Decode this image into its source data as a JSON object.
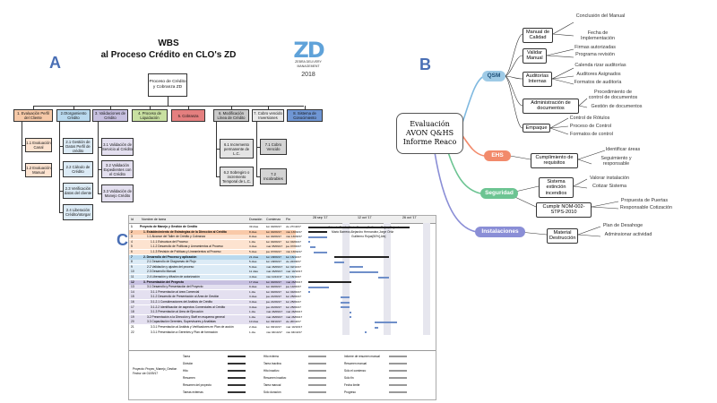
{
  "labels": {
    "a": "A",
    "b": "B",
    "c": "C"
  },
  "wbs": {
    "title_line1": "WBS",
    "title_line2": "al Proceso Crédito en CLO's ZD",
    "logo": "ZD",
    "logo_sub": "ZEBRA DELIVERY MANAGEMENT",
    "year": "2018",
    "root": "Proceso de Crédito y Cobranza ZD",
    "phases": [
      {
        "label": "1. Evaluación Perfil del Cliente",
        "color": "#f6c9a8"
      },
      {
        "label": "2.Otorgamiento Crédito",
        "color": "#b9d9ee"
      },
      {
        "label": "3. Validaciones de Crédito",
        "color": "#c7c0e0"
      },
      {
        "label": "4. Proceso de Liquidación",
        "color": "#c8e0a1"
      },
      {
        "label": "5. Cobranza",
        "color": "#e47f7f"
      },
      {
        "label": "6. Modificación Línea de Crédito",
        "color": "#c9c9c9"
      },
      {
        "label": "7. Cobro vencido Inversiones",
        "color": "#e9e9e9"
      },
      {
        "label": "8. Sistema de Conocimiento",
        "color": "#6f96d4"
      }
    ],
    "sub1": [
      "1.1 Evaluación Canal",
      "1.2 Evaluación Manual"
    ],
    "sub2": [
      "2.1 Gestión de Datos Perfil de crédito",
      "2.2 Cálculo de Crédito",
      "2.3 Verificación datos del cliente",
      "2.4 Liberación Crédito/otorgar"
    ],
    "sub3": [
      "3.1 Validación de Servicio al Crédito",
      "3.2 Validación Expedientes con el Crédito",
      "3.3 Validación de Manejo Crédito"
    ],
    "sub6": [
      "6.1 Incremento permanente de L.C.",
      "6.2 Sobregiro o incremento Temporal de L.C."
    ],
    "sub7": [
      "7.1 Cobro Vencido",
      "7.2 Incobrables"
    ]
  },
  "gantt": {
    "col_id": "Id",
    "col_name": "Nombre de tarea",
    "col_dur": "Duración",
    "col_start": "Comienzo",
    "col_end": "Fin",
    "weeks": [
      "28 sep '17",
      "12 oct '17",
      "26 oct '17"
    ],
    "rows": [
      {
        "id": "1",
        "name": "Proyecto de Manejo y Gestión de Credito",
        "dur": "39 días",
        "start": "lun 04/09/17",
        "end": "vie 27/10/17",
        "level": 0,
        "color": "#ffffff"
      },
      {
        "id": "2",
        "name": "1. Establecimiento de Estrategias de la Dirección al Crédito",
        "dur": "8 días",
        "start": "lun 04/09/17",
        "end": "mié 13/09/17",
        "level": 1,
        "color": "#f9c9a8"
      },
      {
        "id": "3",
        "name": "1.1 Alcance del Taller de Crédito y Cobranza",
        "dur": "8 días",
        "start": "lun 04/09/17",
        "end": "mié 13/09/17",
        "level": 2,
        "color": "#fde3d0"
      },
      {
        "id": "4",
        "name": "1.1.1 Estructura del Proceso",
        "dur": "1 día",
        "start": "lun 04/09/17",
        "end": "lun 04/09/17",
        "level": 3,
        "color": "#fde3d0"
      },
      {
        "id": "5",
        "name": "1.1.2 Desarrollo de Políticas y Lineamientos al Proceso",
        "dur": "3 días",
        "start": "mar 05/09/17",
        "end": "jue 07/09/17",
        "level": 3,
        "color": "#fde3d0"
      },
      {
        "id": "6",
        "name": "1.1.3 Revisión de Políticas y Lineamientos al Proceso",
        "dur": "5 días",
        "start": "jue 07/09/17",
        "end": "mié 13/09/17",
        "level": 3,
        "color": "#fde3d0"
      },
      {
        "id": "7",
        "name": "2. Desarrollo del Proceso y aplicación",
        "dur": "21 días",
        "start": "lun 18/09/17",
        "end": "lun 16/10/17",
        "level": 1,
        "color": "#b9d9ee"
      },
      {
        "id": "8",
        "name": "2.1 Desarrollo de Diagramas de Flujo",
        "dur": "5 días",
        "start": "lun 18/09/17",
        "end": "vie 22/09/17",
        "level": 2,
        "color": "#dcebf6"
      },
      {
        "id": "9",
        "name": "2.2 Validación y ajustes del proceso",
        "dur": "5 días",
        "start": "mar 26/09/17",
        "end": "lun 02/10/17",
        "level": 2,
        "color": "#dcebf6"
      },
      {
        "id": "10",
        "name": "2.3 Desarrollo Manual",
        "dur": "11 días",
        "start": "mar 26/09/17",
        "end": "mar 10/10/17",
        "level": 2,
        "color": "#dcebf6"
      },
      {
        "id": "11",
        "name": "2.4 Liberación y difusión de autorización",
        "dur": "4 días",
        "start": "mié 11/10/17",
        "end": "lun 16/10/17",
        "level": 2,
        "color": "#dcebf6"
      },
      {
        "id": "12",
        "name": "3. Presentación del Proyecto",
        "dur": "17 días",
        "start": "lun 04/09/17",
        "end": "mar 26/09/17",
        "level": 1,
        "color": "#c7c0e0"
      },
      {
        "id": "13",
        "name": "3.1 Desarrollo y Presentación del Proyecto",
        "dur": "9 días",
        "start": "lun 04/09/17",
        "end": "jue 14/09/17",
        "level": 2,
        "color": "#e4e0f0"
      },
      {
        "id": "14",
        "name": "3.1.1 Presentación al área Comercial",
        "dur": "1 día",
        "start": "lun 04/09/17",
        "end": "lun 04/09/17",
        "level": 3,
        "color": "#e4e0f0"
      },
      {
        "id": "15",
        "name": "3.1.2 Desarrollo de Presentación al Área de Gestión",
        "dur": "3 días",
        "start": "jue 21/09/17",
        "end": "lun 25/09/17",
        "level": 3,
        "color": "#e4e0f0"
      },
      {
        "id": "16",
        "name": "3.1.2.1 Consideraciones del Análisis de Crédito",
        "dur": "3 días",
        "start": "jue 21/09/17",
        "end": "lun 25/09/17",
        "level": 3,
        "color": "#e4e0f0"
      },
      {
        "id": "17",
        "name": "3.1.2.2 Identificación de aspectos Comerciales al Crédito",
        "dur": "3 días",
        "start": "jue 21/09/17",
        "end": "lun 25/09/17",
        "level": 3,
        "color": "#e4e0f0"
      },
      {
        "id": "18",
        "name": "3.1.3 Presentación al Área de Ejecución",
        "dur": "1 día",
        "start": "mar 26/09/17",
        "end": "mar 26/09/17",
        "level": 3,
        "color": "#e4e0f0"
      },
      {
        "id": "19",
        "name": "3.2 Presentación a la Dirección y Staff en esquema general",
        "dur": "1 día",
        "start": "mar 26/09/17",
        "end": "mar 26/09/17",
        "level": 2,
        "color": "#e4e0f0"
      },
      {
        "id": "20",
        "name": "3.3 Capacitación Gerentes, Supervisores y Analistas",
        "dur": "10 días",
        "start": "lun 09/10/17",
        "end": "vie 20/10/17",
        "level": 2,
        "color": "#e4e0f0"
      },
      {
        "id": "21",
        "name": "3.3.1 Presentación al Análisis y Verificadores en Plan de acción",
        "dur": "2 días",
        "start": "lun 09/10/17",
        "end": "mar 10/10/17",
        "level": 3,
        "color": "#ffffff"
      },
      {
        "id": "22",
        "name": "3.3.1 Presentación a Gerentes y Plan de formación",
        "dur": "1 día",
        "start": "mié 04/10/17",
        "end": "mié 04/10/17",
        "level": 3,
        "color": "#ffffff"
      }
    ],
    "bar_labels": [
      "Orlando Tirado,Mario Barrera,Guillermo Rojas,Alejandro",
      "Mario Barrera,Alejandro Hernandez,Jorge Ortiz",
      "Guillermo Rojas[50%],Alej"
    ],
    "legend_project": "Proyecto: Proyec_Manejo_Gestion",
    "legend_date": "Fecha: vie 01/09/17",
    "legend_items": [
      [
        "Tarea",
        "Hito externo",
        "Informe de resumen manual"
      ],
      [
        "División",
        "Tarea inactiva",
        "Resumen manual"
      ],
      [
        "Hito",
        "Hito inactivo",
        "Sólo el comienzo"
      ],
      [
        "Resumen",
        "Resumen inactivo",
        "Sólo fin"
      ],
      [
        "Resumen del proyecto",
        "Tarea manual",
        "Fecha límite"
      ],
      [
        "Tareas externas",
        "Sólo duración",
        "Progreso"
      ]
    ]
  },
  "mindmap": {
    "center": [
      "Evaluación",
      "AVON Q&HS",
      "Informe Reaco"
    ],
    "branches": [
      {
        "label": "QSM",
        "color": "#9ecae6",
        "text": "#1e4f78"
      },
      {
        "label": "EHS",
        "color": "#f28a6b",
        "text": "#ffffff"
      },
      {
        "label": "Seguridad",
        "color": "#6cc492",
        "text": "#ffffff"
      },
      {
        "label": "Instalaciones",
        "color": "#8a8ed6",
        "text": "#ffffff"
      }
    ],
    "qsm_nodes": [
      {
        "label": "Manual de Calidad",
        "leaves": [
          "Conclusión del Manual",
          "Fecha de Implementación"
        ]
      },
      {
        "label": "Validar Manual",
        "leaves": [
          "Firmas autorizadas",
          "Programa revisión"
        ]
      },
      {
        "label": "Auditorías Internas",
        "leaves": [
          "Calenda rizar auditorías",
          "Auditores Asignados",
          "Formatos de auditoría"
        ]
      },
      {
        "label": "Administración de documentos",
        "leaves": [
          "Procedimiento de control de documentos",
          "Gestión de documentos"
        ]
      },
      {
        "label": "Empaque",
        "leaves": [
          "Control de Rótulos",
          "Proceso de Control",
          "Formatos de control"
        ]
      }
    ],
    "ehs_nodes": [
      {
        "label": "Cumplimiento de requisitos",
        "leaves": [
          "Identificar áreas",
          "Seguimiento y responsable"
        ]
      }
    ],
    "seg_nodes": [
      {
        "label": "Sistema extinción incendios",
        "leaves": [
          "Valorar instalación",
          "Cotizar Sistema"
        ]
      },
      {
        "label": "Cumplir NOM-002-STPS-2010",
        "leaves": [
          "Propuesta de Puertas",
          "Responsable Cotización"
        ]
      }
    ],
    "ins_nodes": [
      {
        "label": "Material Destrucción",
        "leaves": [
          "Plan de Desahoge",
          "Adminsionar actividad"
        ]
      }
    ]
  }
}
